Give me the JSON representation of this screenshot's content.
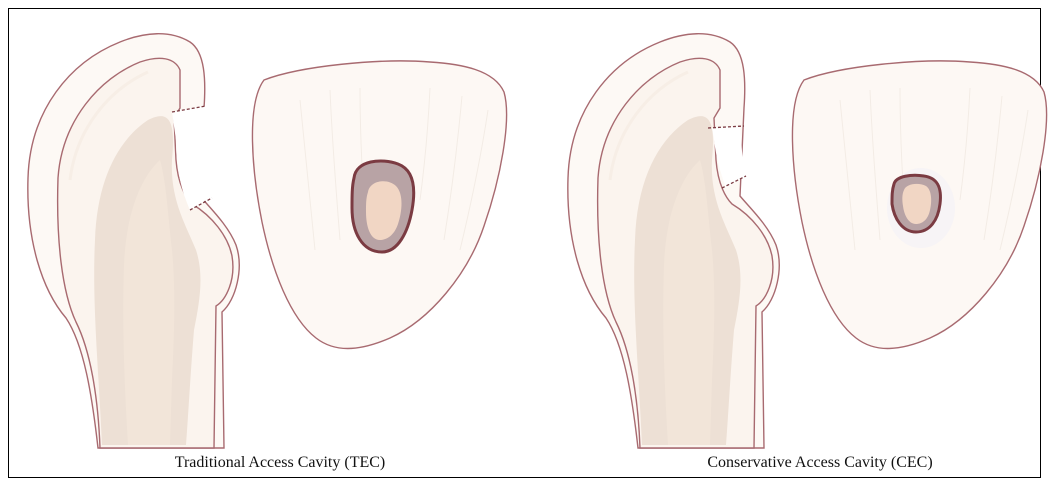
{
  "panels": [
    {
      "id": "tec",
      "caption": "Traditional Access Cavity (TEC)"
    },
    {
      "id": "cec",
      "caption": "Conservative Access Cavity (CEC)"
    }
  ],
  "colors": {
    "enamel": "#fdf8f3",
    "dentin": "#fbf5ef",
    "pulp": "#ece0d5",
    "pulp_core": "#f3e4d8",
    "outline": "#a86a70",
    "cavity_border": "#7b3b42",
    "cavity_fill": "#b9a4a6",
    "cavity_core": "#f1d7c7",
    "frame": "#000000"
  }
}
